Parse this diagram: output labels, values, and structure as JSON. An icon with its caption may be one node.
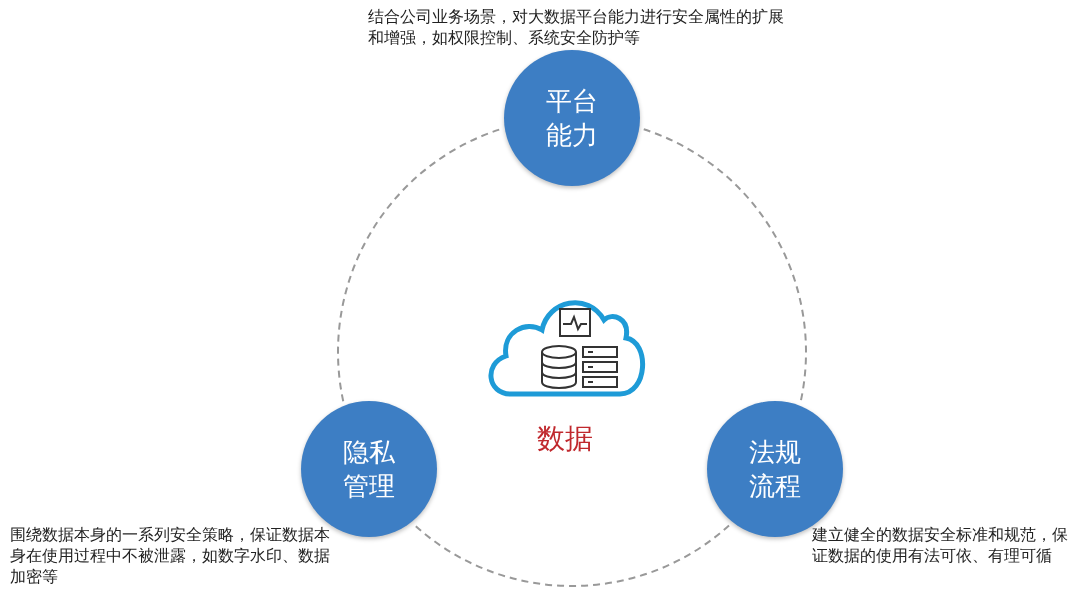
{
  "diagram": {
    "nodes": [
      {
        "text": [
          "平台能力"
        ],
        "beside": [
          "结合公司业务场景，对大数据平台能力进行安全属性的扩展和增强，如权限控制、系统安全防护等"
        ]
      },
      {
        "text": [
          "隐私管理"
        ],
        "beside": [
          "围绕数据本身的一系列安全策略，保证数据本身在使用过程中不被泄露，如数字水印、数据加密等"
        ]
      },
      {
        "text": [
          "法规流程"
        ],
        "beside": [
          "建立健全的数据安全标准和规范，保证数据的使用有法可依、有理可循"
        ]
      },
      {
        "text": [
          "数据"
        ]
      }
    ],
    "edges": [
      {
        "from": 0,
        "to": 2,
        "arrow": "none",
        "style": "dashed"
      },
      {
        "from": 2,
        "to": 1,
        "arrow": "none",
        "style": "dashed"
      },
      {
        "from": 1,
        "to": 0,
        "arrow": "none",
        "style": "dashed"
      }
    ]
  }
}
